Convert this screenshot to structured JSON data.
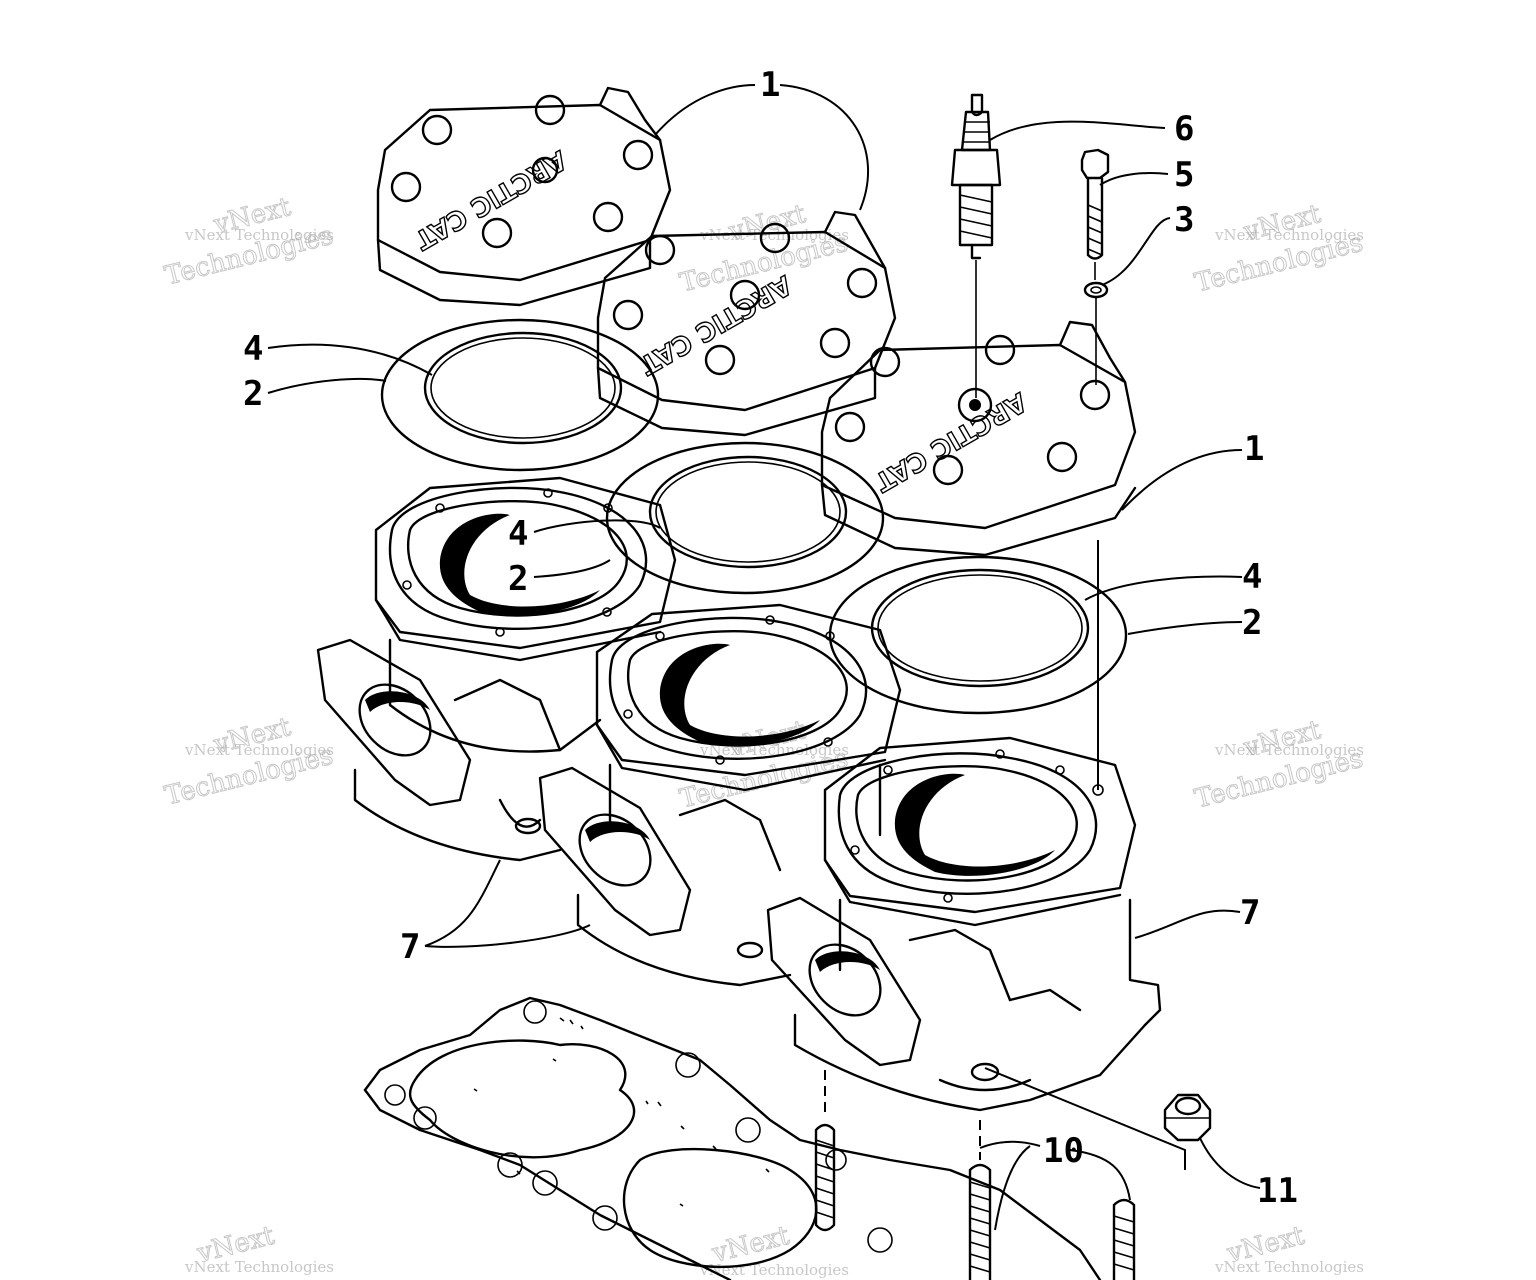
{
  "callouts": {
    "c1a": "1",
    "c1b": "1",
    "c6": "6",
    "c5": "5",
    "c3": "3",
    "c4a": "4",
    "c2a": "2",
    "c4b": "4",
    "c2b": "2",
    "c4c": "4",
    "c2c": "2",
    "c7a": "7",
    "c7b": "7",
    "c10": "10",
    "c11": "11"
  },
  "cover_logo": "ARCTIC CAT",
  "watermark": {
    "line_small": "vNext Technologies",
    "line_big_1": "vNext",
    "line_big_2": "Technologies"
  }
}
